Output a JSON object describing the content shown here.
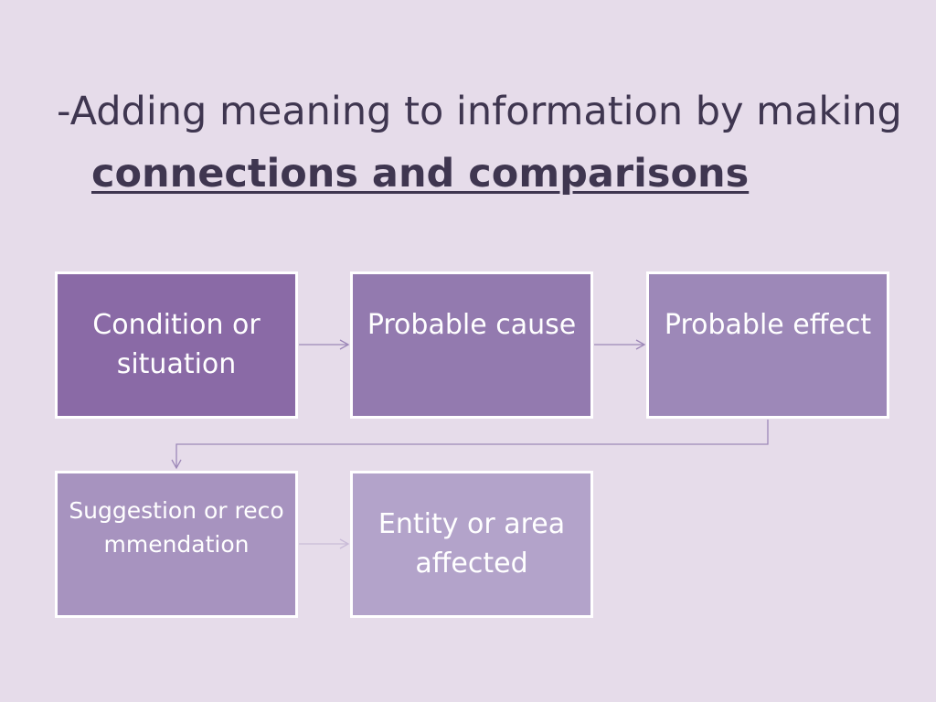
{
  "title": {
    "prefix": "-Adding meaning to information by making ",
    "emphasis": "connections and comparisons"
  },
  "nodes": [
    {
      "id": "condition",
      "label": "Condition or situation"
    },
    {
      "id": "cause",
      "label": "Probable cause"
    },
    {
      "id": "effect",
      "label": "Probable effect"
    },
    {
      "id": "suggestion",
      "label": "Suggestion or recommendation"
    },
    {
      "id": "entity",
      "label": "Entity or area affected"
    }
  ],
  "edges": [
    {
      "from": "condition",
      "to": "cause"
    },
    {
      "from": "cause",
      "to": "effect"
    },
    {
      "from": "effect",
      "to": "suggestion"
    },
    {
      "from": "suggestion",
      "to": "entity"
    }
  ],
  "colors": {
    "background": "#e6dcea",
    "text": "#3f3650",
    "box_border": "#ffffff",
    "connector": "#9d88b8"
  }
}
